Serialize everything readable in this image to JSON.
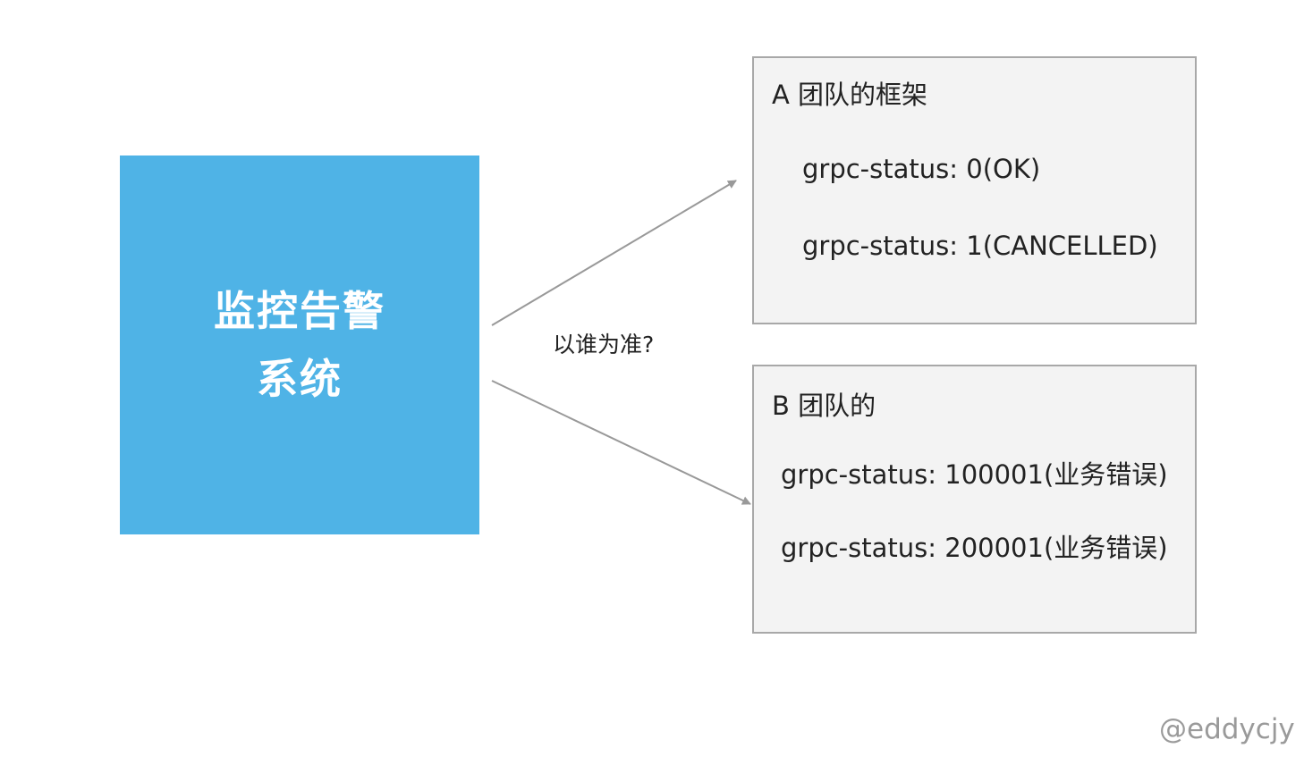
{
  "system": {
    "line1": "监控告警",
    "line2": "系统"
  },
  "question": "以谁为准?",
  "team_a": {
    "title": "A 团队的框架",
    "statuses": [
      "grpc-status: 0(OK)",
      "grpc-status: 1(CANCELLED)"
    ]
  },
  "team_b": {
    "title": "B 团队的",
    "statuses": [
      "grpc-status: 100001(业务错误)",
      "grpc-status: 200001(业务错误)"
    ]
  },
  "watermark": "@eddycjy",
  "colors": {
    "system_box": "#4fb3e6",
    "team_box_fill": "#f3f3f3",
    "team_box_border": "#a8a8a8",
    "arrow": "#999999",
    "watermark": "#9a9a9a"
  }
}
